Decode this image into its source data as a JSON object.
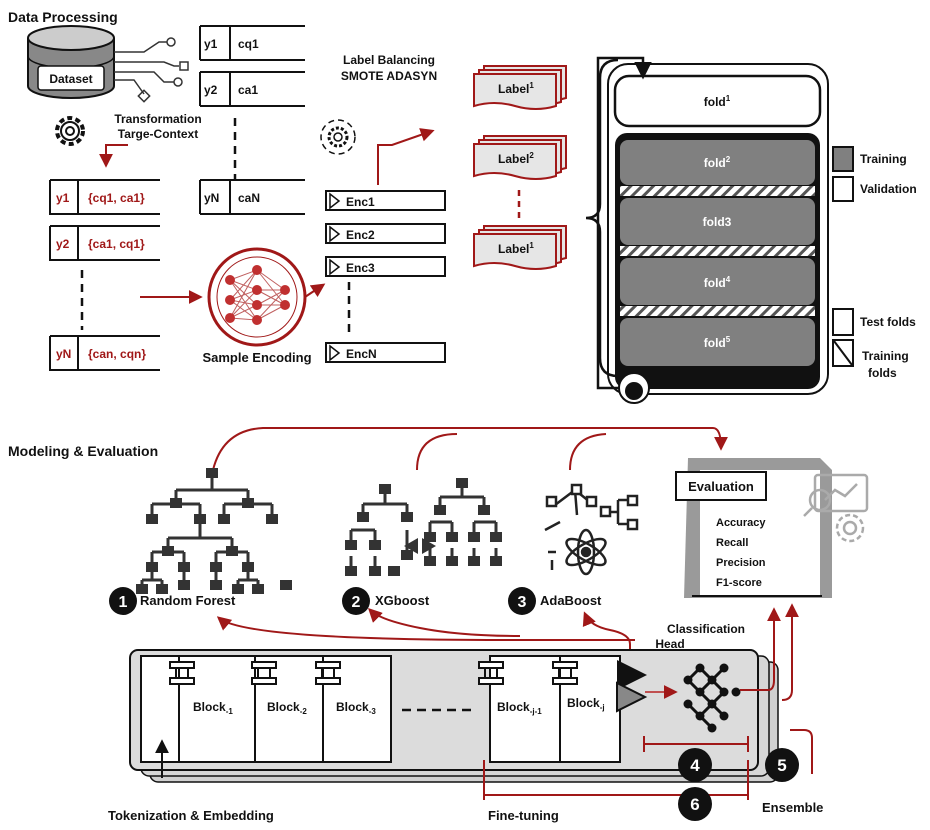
{
  "sections": {
    "data_processing": "Data Processing",
    "modeling_evaluation": "Modeling & Evaluation"
  },
  "dataset": {
    "label": "Dataset",
    "transformation": [
      "Transformation",
      "Targe-Context"
    ]
  },
  "label_balancing": {
    "title": "Label Balancing",
    "methods": "SMOTE ADASYN"
  },
  "raw_rows": [
    {
      "y": "y1",
      "c": "cq1"
    },
    {
      "y": "y2",
      "c": "ca1"
    },
    {
      "y": "yN",
      "c": "caN"
    }
  ],
  "context_rows": [
    {
      "y": "y1",
      "c": "{cq1, ca1}"
    },
    {
      "y": "y2",
      "c": "{ca1, cq1}"
    },
    {
      "y": "yN",
      "c": "{can, cqn}"
    }
  ],
  "sample_encoding": "Sample Encoding",
  "encodings": [
    "Enc1",
    "Enc2",
    "Enc3",
    "EncN"
  ],
  "labels": [
    {
      "base": "Label",
      "sup": "1"
    },
    {
      "base": "Label",
      "sup": "2"
    },
    {
      "base": "Label",
      "sup": "1"
    }
  ],
  "folds": [
    {
      "base": "fold",
      "sup": "1"
    },
    {
      "base": "fold",
      "sup": "2"
    },
    {
      "base": "fold3",
      "sup": ""
    },
    {
      "base": "fold",
      "sup": "4"
    },
    {
      "base": "fold",
      "sup": "5"
    }
  ],
  "legend": {
    "training": "Training",
    "validation": "Validation",
    "test_folds": "Test folds",
    "training_folds": [
      "Training",
      "folds"
    ]
  },
  "models": [
    {
      "num": "1",
      "name": "Random Forest"
    },
    {
      "num": "2",
      "name": "XGboost"
    },
    {
      "num": "3",
      "name": "AdaBoost"
    }
  ],
  "evaluation": {
    "title": "Evaluation",
    "metrics": [
      "Accuracy",
      "Recall",
      "Precision",
      "F1-score"
    ]
  },
  "transformer": {
    "blocks": [
      {
        "base": "Block",
        "sub": "-1"
      },
      {
        "base": "Block",
        "sub": "-2"
      },
      {
        "base": "Block",
        "sub": "-3"
      },
      {
        "base": "Block",
        "sub": "-j-1"
      },
      {
        "base": "Block",
        "sub": "-j"
      }
    ],
    "classification_head": [
      "Classification",
      "Head"
    ],
    "tokenization": "Tokenization & Embedding",
    "fine_tuning": "Fine-tuning",
    "ensemble": "Ensemble",
    "nums": [
      "4",
      "5",
      "6"
    ]
  },
  "colors": {
    "accent": "#a01818",
    "fold_gray": "#808080",
    "label_fill": "#e6e6e6"
  }
}
